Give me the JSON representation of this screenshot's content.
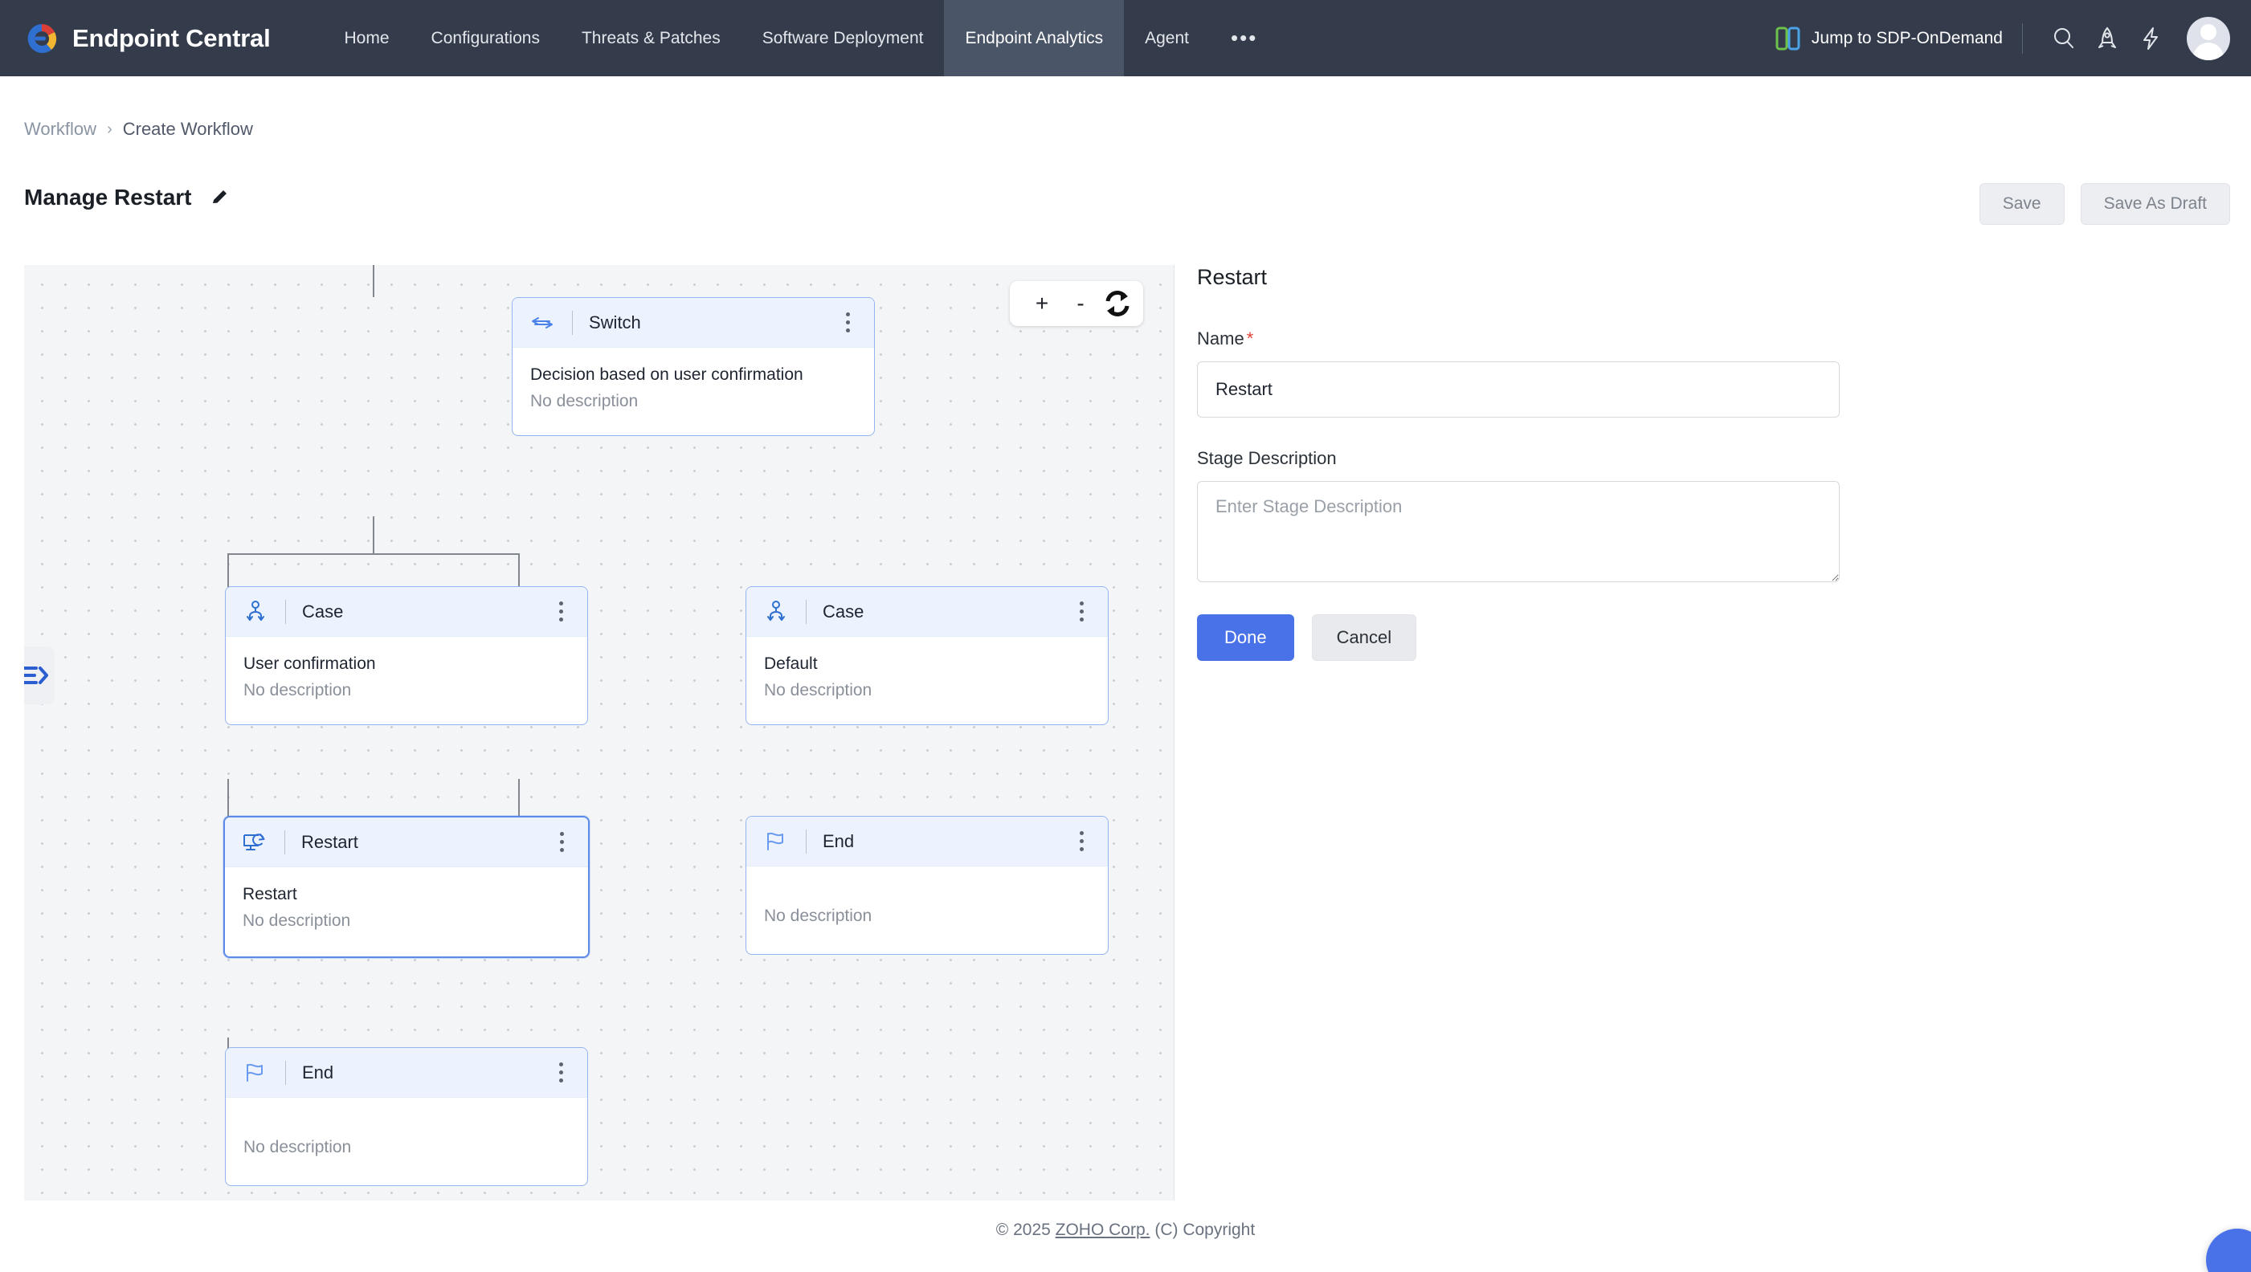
{
  "topnav": {
    "brand": "Endpoint Central",
    "brand_logo_icon": "endpoint-central-logo-icon",
    "items": [
      {
        "label": "Home",
        "active": false
      },
      {
        "label": "Configurations",
        "active": false
      },
      {
        "label": "Threats & Patches",
        "active": false
      },
      {
        "label": "Software Deployment",
        "active": false
      },
      {
        "label": "Endpoint Analytics",
        "active": true
      },
      {
        "label": "Agent",
        "active": false
      }
    ],
    "more_label": "•••",
    "jump_label": "Jump to SDP-OnDemand",
    "icons": [
      "search-icon",
      "rocket-icon",
      "lightning-bolt-icon",
      "avatar"
    ],
    "bg_color": "#343c4c",
    "active_tab_color": "#4b5568"
  },
  "breadcrumb": {
    "parent": "Workflow",
    "separator": "›",
    "current": "Create Workflow"
  },
  "page": {
    "title": "Manage Restart",
    "edit_icon": "pencil-icon"
  },
  "header_actions": {
    "save_label": "Save",
    "save_draft_label": "Save As Draft"
  },
  "canvas": {
    "zoom_in_label": "+",
    "zoom_out_label": "-",
    "reset_icon": "refresh-icon",
    "expand_icon": "expand-panel-icon",
    "nodes": [
      {
        "id": "switch",
        "type": "Switch",
        "icon": "switch-arrows-icon",
        "main": "Decision based on user confirmation",
        "desc": "No description",
        "selected": false
      },
      {
        "id": "case-user-confirmation",
        "type": "Case",
        "icon": "branch-icon",
        "main": "User confirmation",
        "desc": "No description",
        "selected": false
      },
      {
        "id": "case-default",
        "type": "Case",
        "icon": "branch-icon",
        "main": "Default",
        "desc": "No description",
        "selected": false
      },
      {
        "id": "restart",
        "type": "Restart",
        "icon": "monitor-restart-icon",
        "main": "Restart",
        "desc": "No description",
        "selected": true
      },
      {
        "id": "end-right",
        "type": "End",
        "icon": "flag-icon",
        "main": "",
        "desc": "No description",
        "selected": false
      },
      {
        "id": "end-bottom",
        "type": "End",
        "icon": "flag-icon",
        "main": "",
        "desc": "No description",
        "selected": false
      }
    ]
  },
  "panel": {
    "title": "Restart",
    "name_label": "Name",
    "name_required_mark": "*",
    "name_value": "Restart",
    "desc_label": "Stage Description",
    "desc_placeholder": "Enter Stage Description",
    "done_label": "Done",
    "cancel_label": "Cancel",
    "primary_color": "#4a72e8"
  },
  "footer": {
    "prefix": "© 2025 ",
    "link": "ZOHO Corp.",
    "suffix": " (C) Copyright"
  }
}
